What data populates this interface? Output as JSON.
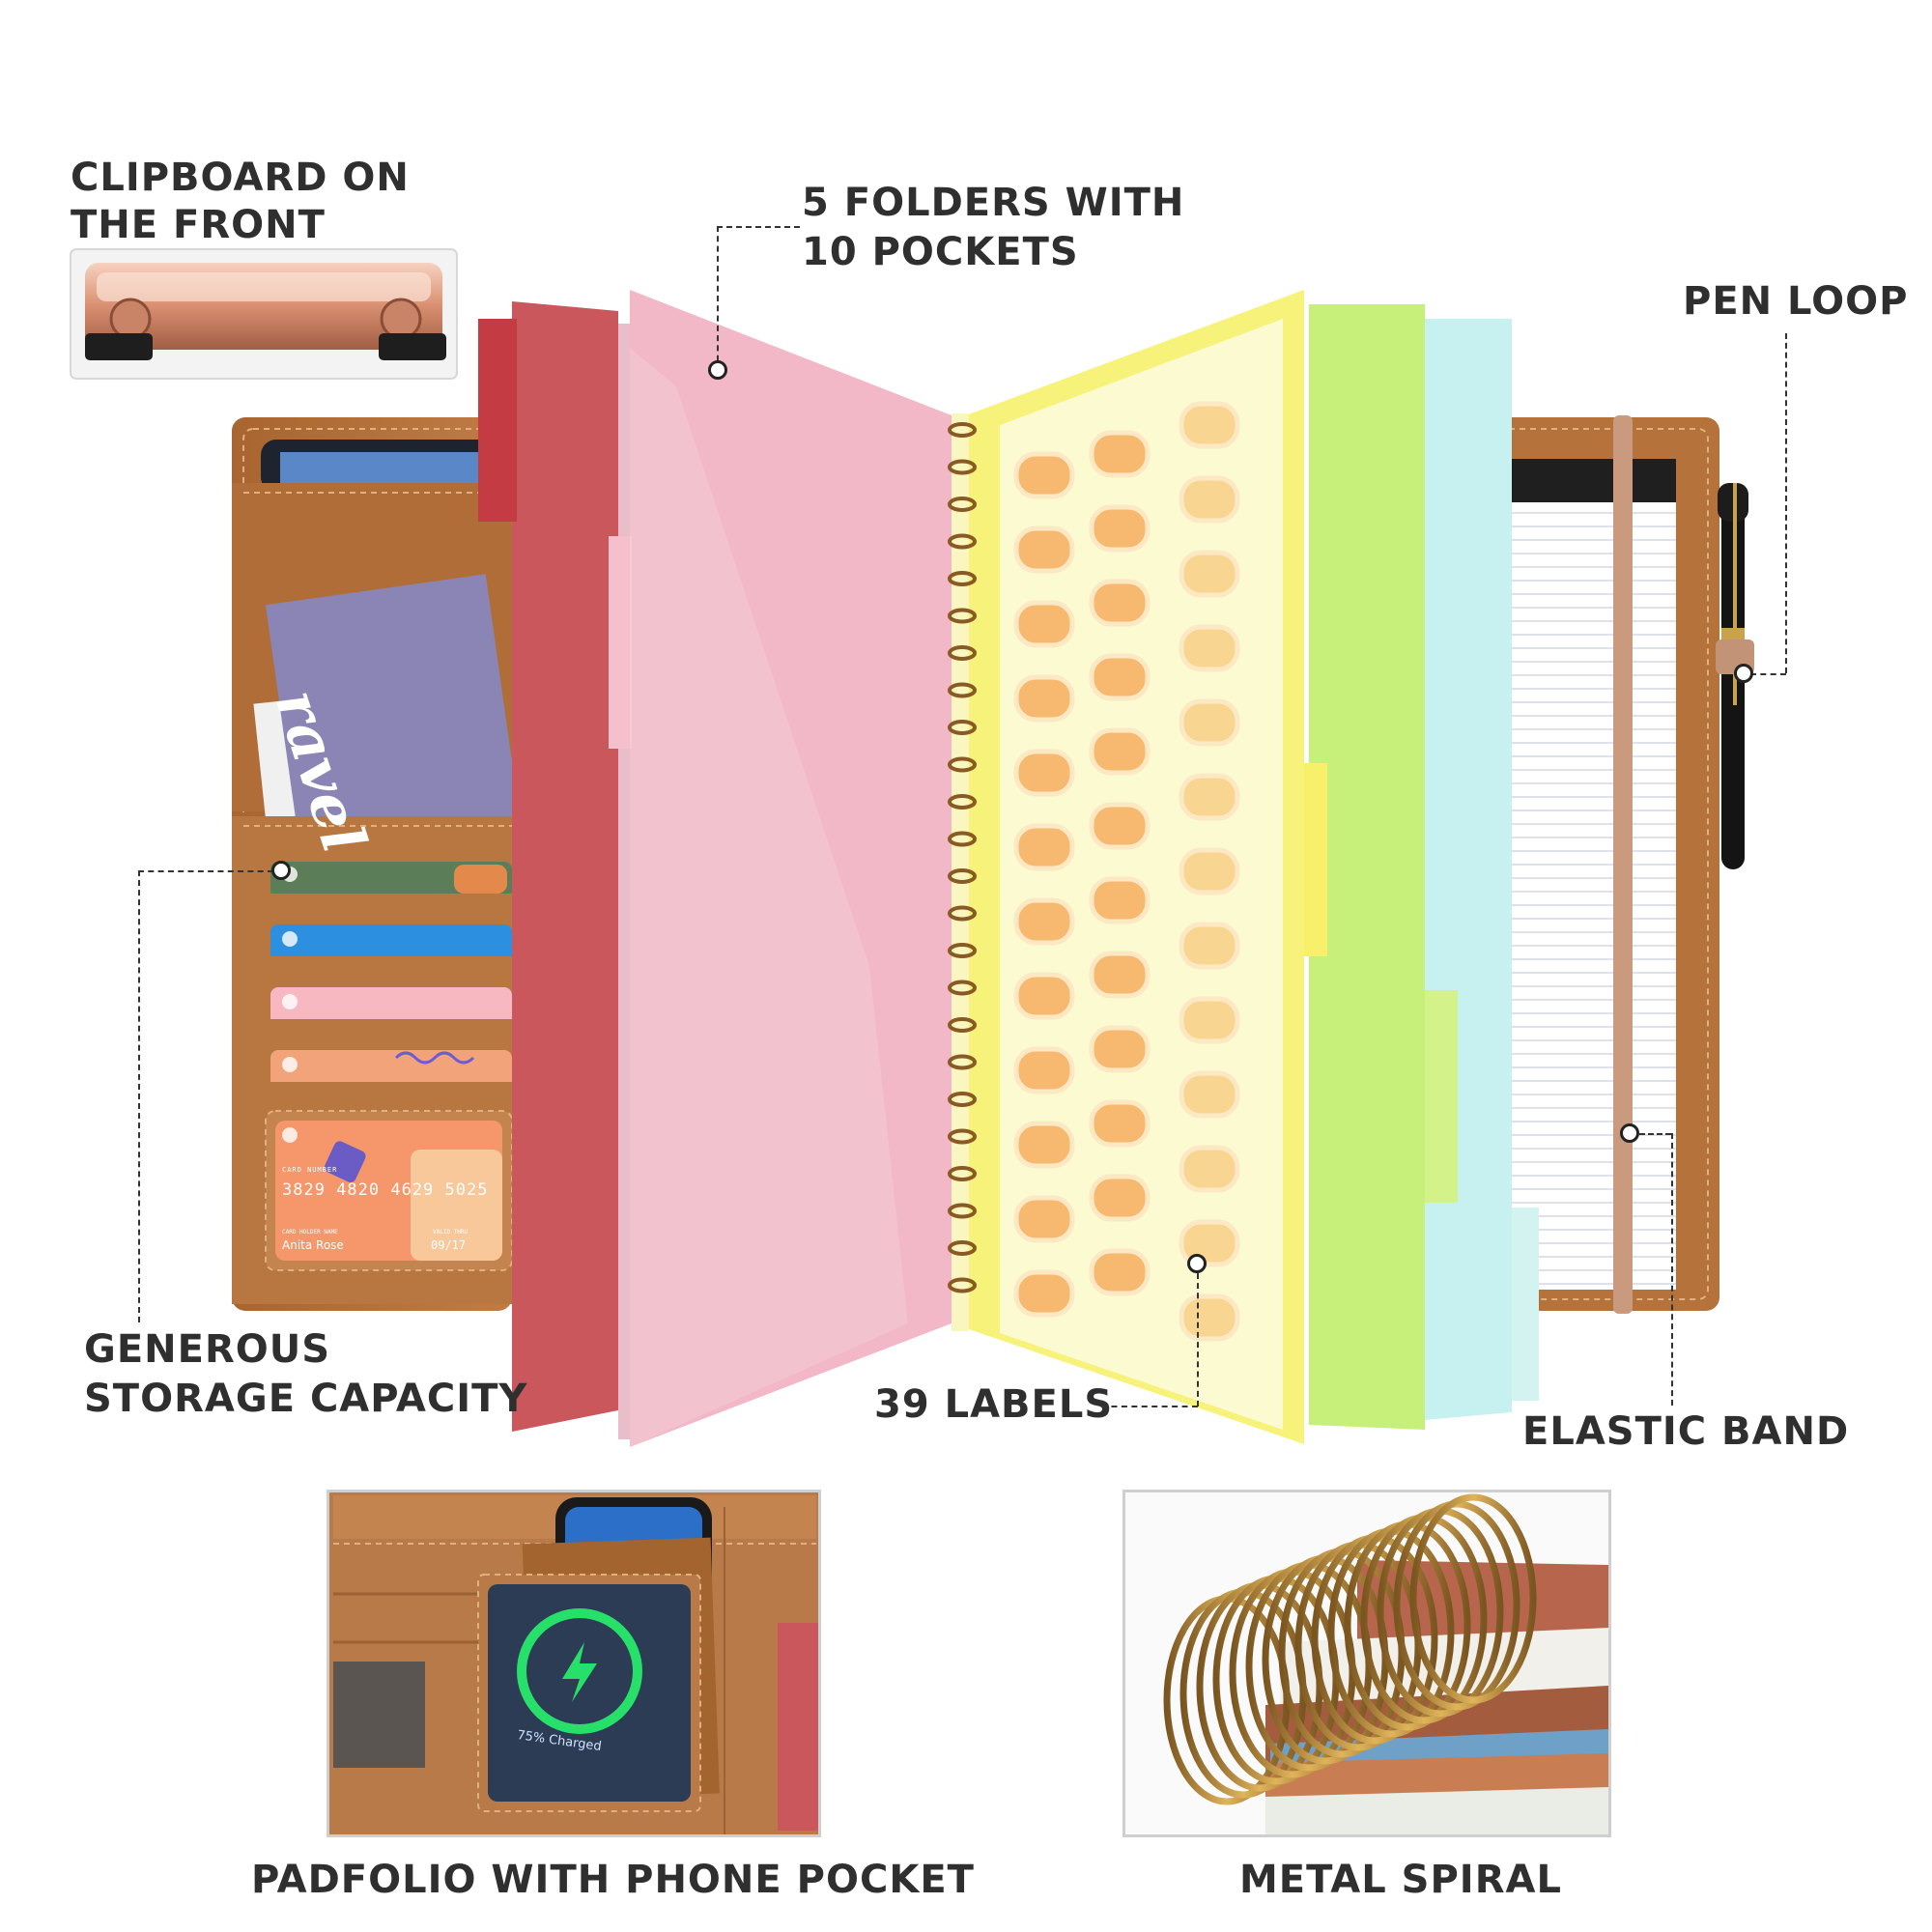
{
  "labels": {
    "clipboard": [
      "CLIPBOARD ON",
      "THE FRONT"
    ],
    "folders": [
      "5 FOLDERS WITH",
      "10 POCKETS"
    ],
    "pen_loop": "PEN LOOP",
    "storage": [
      "GENEROUS",
      "STORAGE CAPACITY"
    ],
    "labels_count": "39 LABELS",
    "elastic": "ELASTIC BAND",
    "padfolio": "PADFOLIO WITH PHONE POCKET",
    "spiral": "METAL SPIRAL"
  },
  "card": {
    "number": "3829 4820 4629 5025",
    "number_caption": "CARD NUMBER",
    "holder_caption": "CARD HOLDER NAME",
    "holder": "Anita Rose",
    "expiry_caption": "VALID THRU",
    "expiry": "09/17"
  },
  "travel_text": "ravel",
  "phone_status": "75% Charged",
  "colors": {
    "leather": "#b5733b",
    "red_folder": "#c9575c",
    "pink_folder": "#f2b8c8",
    "yellow_folder": "#f6f27a",
    "green_folder": "#c6f07a",
    "blue_folder": "#bdeee6",
    "label_orange": "#f7b56a",
    "spiral_gold": "#b88a3a"
  }
}
